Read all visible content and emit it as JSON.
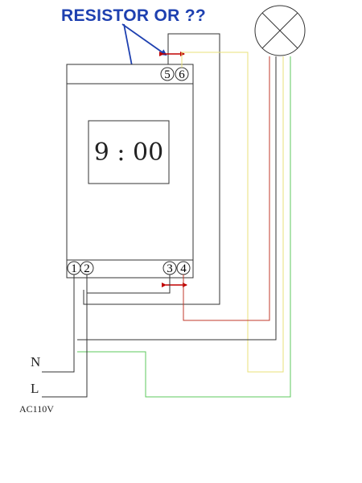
{
  "annotation": {
    "text": "RESISTOR OR ??",
    "color": "#1e40b0"
  },
  "timer": {
    "display": "9 : 00",
    "terminals": {
      "t1": "1",
      "t2": "2",
      "t3": "3",
      "t4": "4",
      "t5": "5",
      "t6": "6"
    }
  },
  "mains": {
    "neutral": "N",
    "live": "L",
    "supply": "AC110V"
  },
  "lamp": {
    "icon": "lamp-icon"
  },
  "colors": {
    "wire_black": "#333333",
    "wire_red": "#c0392b",
    "wire_yellow": "#e8e27a",
    "wire_green": "#5cc85c",
    "bridge_marker": "#c00000",
    "arrow": "#1e40b0"
  }
}
